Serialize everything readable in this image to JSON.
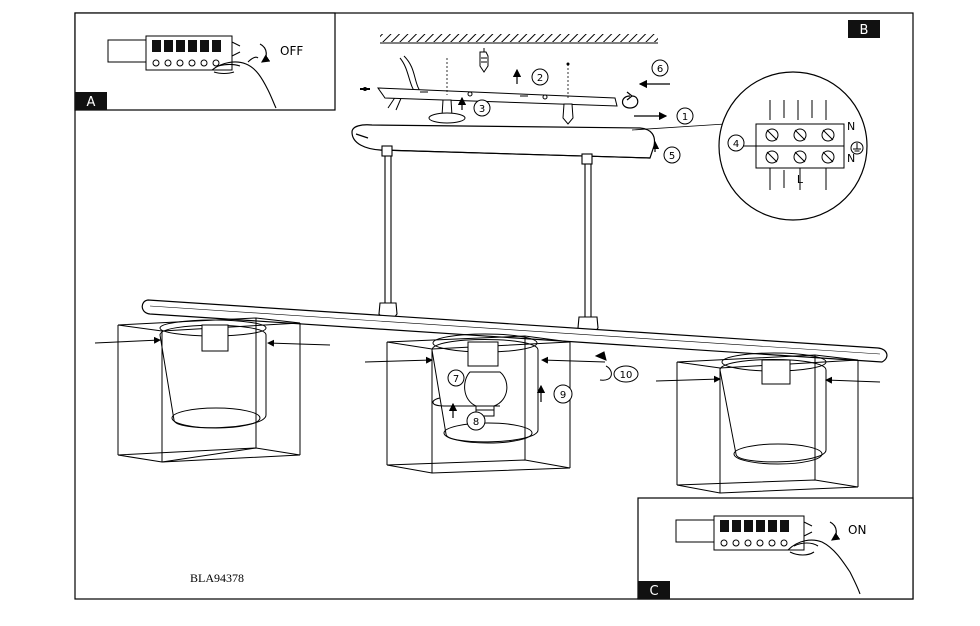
{
  "panels": {
    "a": {
      "letter": "A",
      "label": "OFF"
    },
    "b": {
      "letter": "B"
    },
    "c": {
      "letter": "C",
      "label": "ON"
    }
  },
  "steps": [
    "1",
    "2",
    "3",
    "4",
    "5",
    "6",
    "7",
    "8",
    "9",
    "10"
  ],
  "terminal": {
    "neutral_top": "N",
    "live_mark": "L",
    "neutral_bottom": "N"
  },
  "model_code": "BLA94378"
}
